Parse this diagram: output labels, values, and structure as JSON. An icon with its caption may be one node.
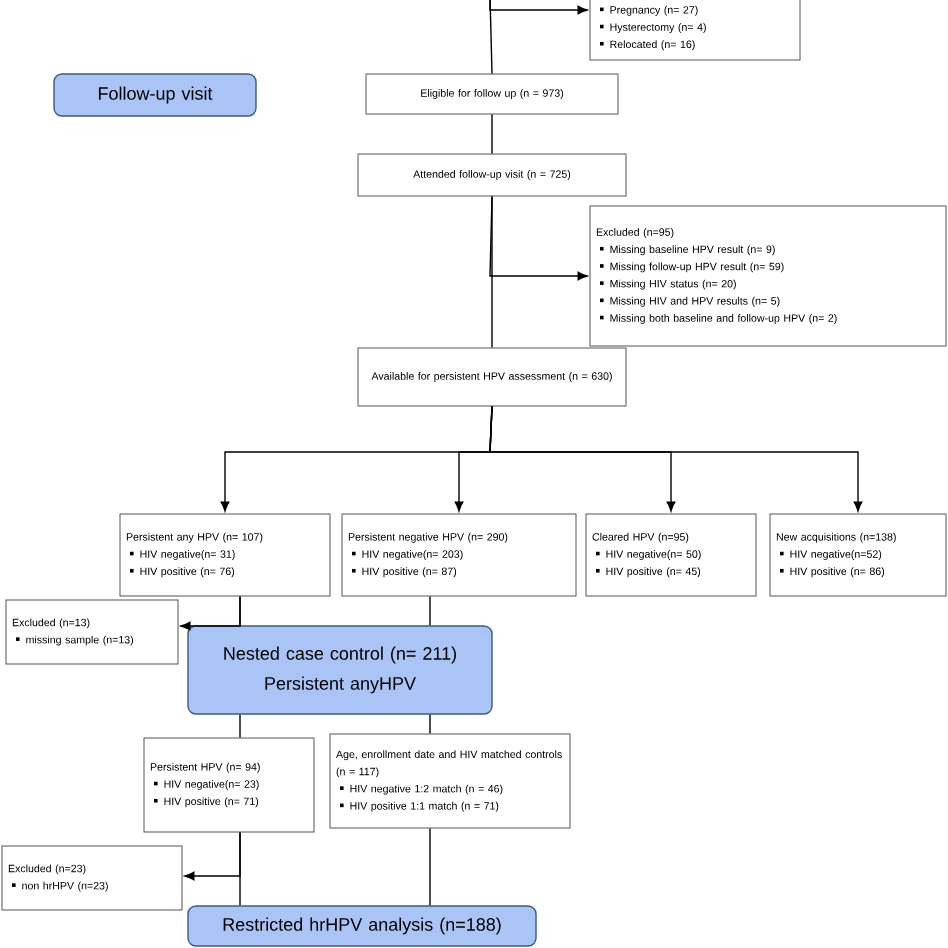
{
  "diagram": {
    "nodes": [
      {
        "text": [
          "Pregnancy (n= 27)",
          "Hysterectomy (n= 4)",
          "Relocated (n= 16)"
        ]
      },
      {
        "text": [
          "Follow-up visit"
        ]
      },
      {
        "text": [
          "Eligible for follow up (n = 973)"
        ]
      },
      {
        "text": [
          "Attended follow-up visit (n = 725)"
        ]
      },
      {
        "text": [
          "Excluded (n=95)",
          "Missing baseline HPV result (n=  9)",
          "Missing follow-up HPV result (n= 59)",
          "Missing HIV status (n=  20)",
          "Missing HIV and HPV results (n=  5)",
          "Missing both baseline and follow-up HPV (n= 2)"
        ]
      },
      {
        "text": [
          "Available for persistent HPV assessment (n = 630)"
        ]
      },
      {
        "text": [
          "Persistent any HPV (n= 107)",
          "HIV negative(n=  31)",
          "HIV positive (n= 76)"
        ]
      },
      {
        "text": [
          "Persistent negative HPV (n= 290)",
          "HIV negative(n=  203)",
          "HIV positive (n= 87)"
        ]
      },
      {
        "text": [
          "Cleared HPV (n=95)",
          "HIV negative(n=  50)",
          "HIV positive (n= 45)"
        ]
      },
      {
        "text": [
          "New acquisitions (n=138)",
          "HIV negative(n=52)",
          "HIV positive (n= 86)"
        ]
      },
      {
        "text": [
          "Excluded (n=13)",
          "missing sample (n=13)"
        ]
      },
      {
        "text": [
          "Nested case control (n= 211)",
          "Persistent anyHPV"
        ]
      },
      {
        "text": [
          "Persistent HPV (n= 94)",
          "HIV negative(n=  23)",
          "HIV positive (n= 71)"
        ]
      },
      {
        "text": [
          "Age, enrollment date and HIV matched controls (n = 117)",
          "HIV negative 1:2 match (n = 46)",
          "HIV positive 1:1 match (n = 71)"
        ]
      },
      {
        "text": [
          "Excluded (n=23)",
          "non hrHPV (n=23)"
        ]
      },
      {
        "text": [
          "Restricted hrHPV analysis (n=188)"
        ]
      }
    ],
    "edges": [
      {
        "from": null,
        "to": 0,
        "arrow": "to"
      },
      {
        "from": null,
        "to": 2,
        "arrow": "none"
      },
      {
        "from": 2,
        "to": 3,
        "arrow": "none"
      },
      {
        "from": 3,
        "to": 5,
        "arrow": "none"
      },
      {
        "from": 3,
        "to": 4,
        "arrow": "to"
      },
      {
        "from": 5,
        "to": 6,
        "arrow": "to"
      },
      {
        "from": 5,
        "to": 7,
        "arrow": "to"
      },
      {
        "from": 5,
        "to": 8,
        "arrow": "to"
      },
      {
        "from": 5,
        "to": 9,
        "arrow": "to"
      },
      {
        "from": 6,
        "to": 10,
        "arrow": "to"
      },
      {
        "from": 6,
        "to": 11,
        "arrow": "none"
      },
      {
        "from": 7,
        "to": 11,
        "arrow": "none"
      },
      {
        "from": 11,
        "to": 12,
        "arrow": "none"
      },
      {
        "from": 11,
        "to": 13,
        "arrow": "none"
      },
      {
        "from": 12,
        "to": 14,
        "arrow": "to"
      },
      {
        "from": 12,
        "to": 15,
        "arrow": "none"
      },
      {
        "from": 13,
        "to": 15,
        "arrow": "none"
      }
    ]
  }
}
